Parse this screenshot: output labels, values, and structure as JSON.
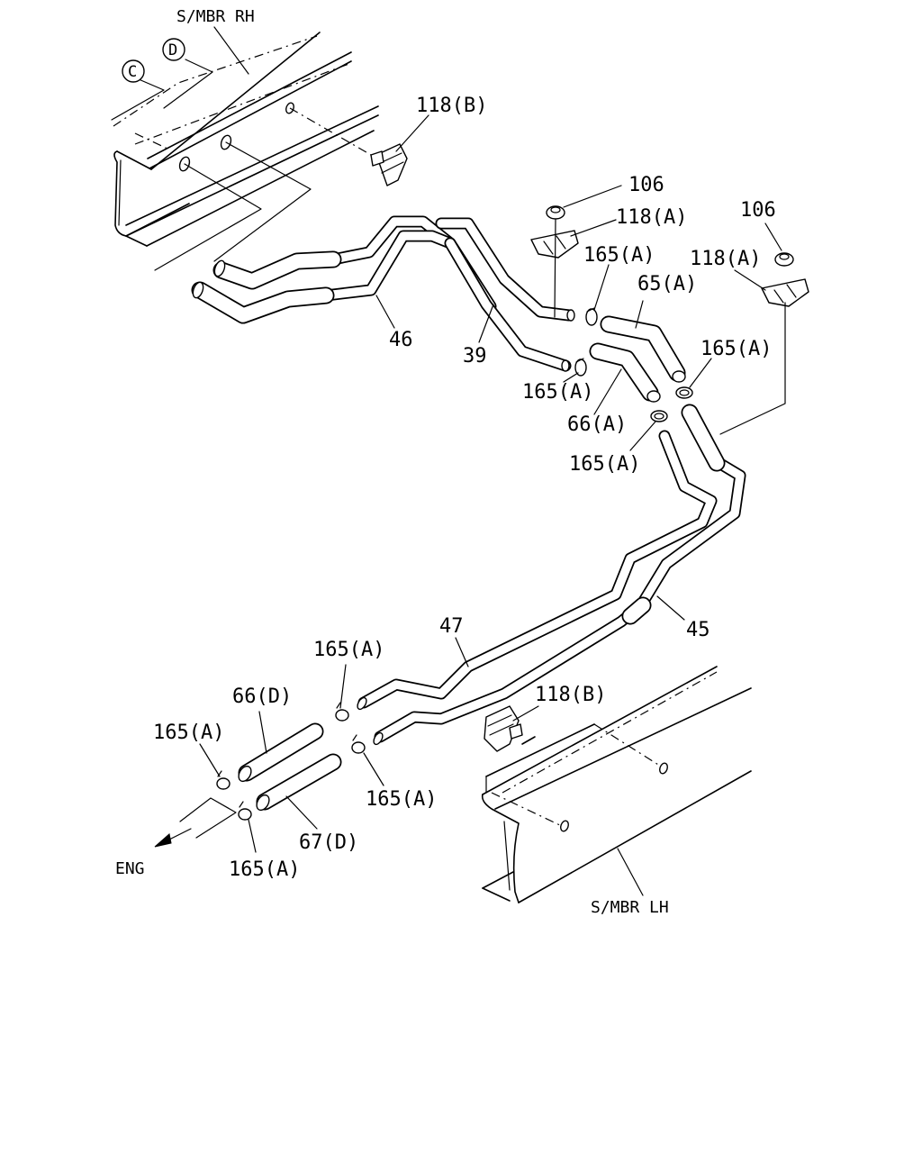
{
  "frames": {
    "rh": "S/MBR RH",
    "lh": "S/MBR LH"
  },
  "markers": {
    "c": "C",
    "d": "D"
  },
  "direction": {
    "eng": "ENG"
  },
  "callouts": {
    "c118b_top": "118(B)",
    "c106_left": "106",
    "c118a_left": "118(A)",
    "c106_right": "106",
    "c118a_right": "118(A)",
    "c165a_1": "165(A)",
    "c65a": "65(A)",
    "c165a_2": "165(A)",
    "c46": "46",
    "c39": "39",
    "c165a_3": "165(A)",
    "c66a": "66(A)",
    "c165a_4": "165(A)",
    "c47": "47",
    "c45": "45",
    "c165a_5": "165(A)",
    "c118b_bottom": "118(B)",
    "c66d": "66(D)",
    "c165a_6": "165(A)",
    "c165a_7": "165(A)",
    "c67d": "67(D)",
    "c165a_8": "165(A)"
  }
}
